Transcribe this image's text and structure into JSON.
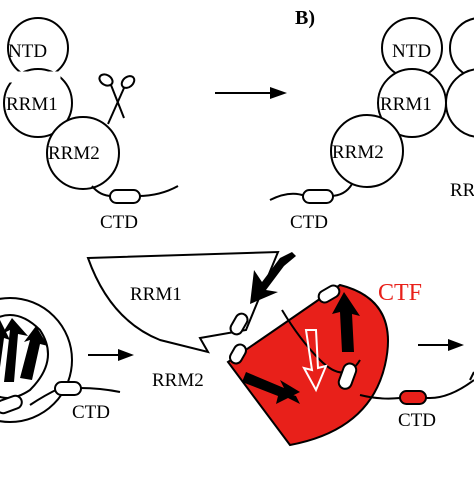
{
  "panel_label": "B)",
  "top_left": {
    "domains": [
      "NTD",
      "RRM1",
      "RRM2"
    ],
    "tail_label": "CTD",
    "tool": "scissors-icon"
  },
  "top_right": {
    "domains": [
      "NTD",
      "RRM1",
      "RRM2"
    ],
    "tail_label": "CTD",
    "partial_label": "RR"
  },
  "bottom": {
    "left_label": "CTD",
    "middle_domains": [
      "RRM1",
      "RRM2"
    ],
    "middle_tail_label": "CTD",
    "fragment_label": "CTF"
  },
  "colors": {
    "ink": "#000000",
    "fragment_fill": "#e8201a",
    "fragment_label": "#e8201a",
    "background": "#ffffff"
  }
}
